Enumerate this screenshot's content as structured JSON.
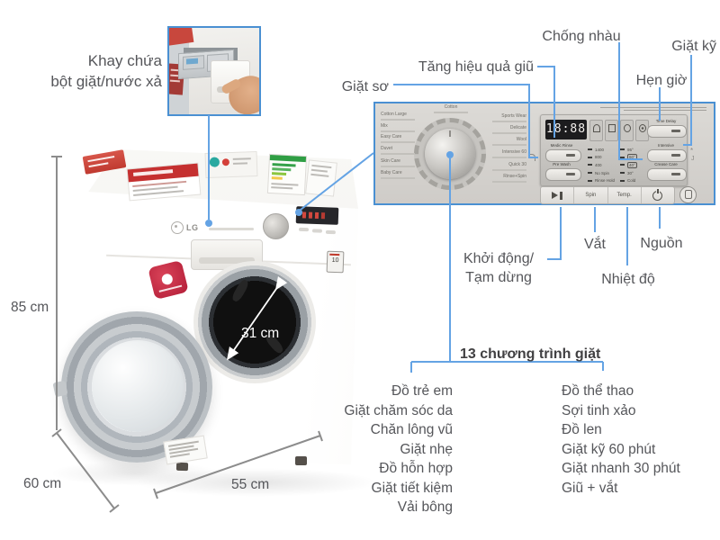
{
  "colors": {
    "accent_line_blue": "#64a3e4",
    "inset_border_blue": "#4a90d2",
    "callout_text_gray": "#55565a",
    "title_dark": "#414042",
    "dimension_gray": "#8c8c8c"
  },
  "callouts": {
    "tray": "Khay chứa\nbột giặt/nước xả",
    "pre_wash": "Giặt sơ",
    "rinse_boost": "Tăng hiệu quả giũ",
    "crease_care": "Chống nhàu",
    "intensive": "Giặt kỹ",
    "time_delay": "Hẹn giờ",
    "start_pause": "Khởi động/\nTạm dừng",
    "spin": "Vắt",
    "temperature": "Nhiệt độ",
    "power": "Nguồn"
  },
  "programs": {
    "title": "13 chương trình giặt",
    "left": [
      "Đồ trẻ em",
      "Giặt chăm sóc da",
      "Chăn lông vũ",
      "Giặt nhẹ",
      "Đồ hỗn hợp",
      "Giặt tiết kiệm",
      "Vải bông"
    ],
    "right": [
      "Đồ thể thao",
      "Sợi tinh xảo",
      "Đồ len",
      "Giặt kỹ 60 phút",
      "Giặt nhanh 30 phút",
      "Giũ + vắt"
    ]
  },
  "dimensions": {
    "height": "85 cm",
    "depth": "60 cm",
    "width": "55 cm",
    "drum_opening": "31 cm"
  },
  "panel": {
    "display": "18:88",
    "dial_top": "Cotton",
    "dial_left": [
      "Cotton Large",
      "Mix",
      "Easy Care",
      "Duvet",
      "Skin Care",
      "Baby Care"
    ],
    "dial_right": [
      "Sports Wear",
      "Delicate",
      "Wool",
      "Intensive 60",
      "Quick 30",
      "Rinse+Spin"
    ],
    "buttons": {
      "time_delay": "Time Delay",
      "medic_rinse": "Medic Rinse",
      "pre_wash": "Pre Wash",
      "intensive": "Intensive",
      "crease_care": "Crease Care",
      "spin": "Spin",
      "temp": "Temp."
    },
    "spin_leds": [
      "1400",
      "800",
      "400",
      "No Spin",
      "Rinse Hold"
    ],
    "temp_leds": [
      "95°",
      "60°",
      "40°",
      "30°",
      "Cold"
    ]
  },
  "machine": {
    "brand": "LG",
    "badge": "10"
  }
}
